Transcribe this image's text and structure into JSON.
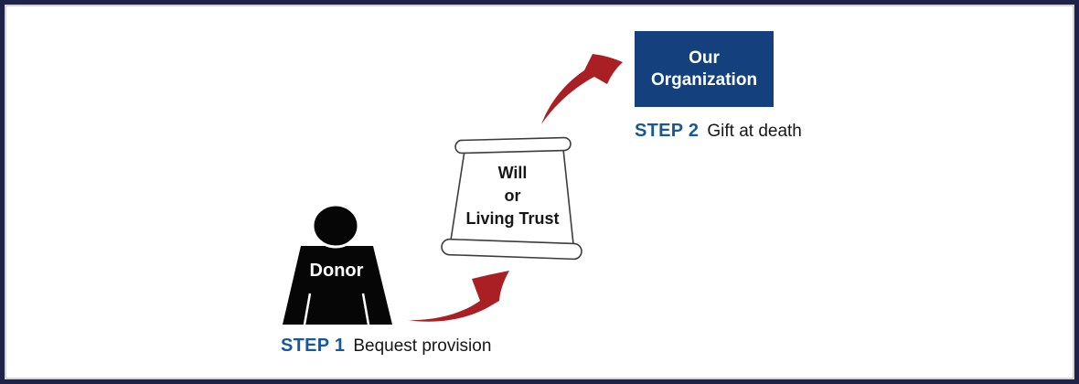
{
  "colors": {
    "accent_red": "#A91F24",
    "box_blue": "#14417E",
    "step_blue": "#1A5796",
    "border_navy": "#1F2347",
    "silhouette_black": "#060606"
  },
  "diagram": {
    "donor_label": "Donor",
    "document_label": "Will\nor\nLiving Trust",
    "organization_label": "Our\nOrganization",
    "step1_label": "STEP 1",
    "step1_text": "Bequest provision",
    "step2_label": "STEP 2",
    "step2_text": "Gift at death"
  }
}
